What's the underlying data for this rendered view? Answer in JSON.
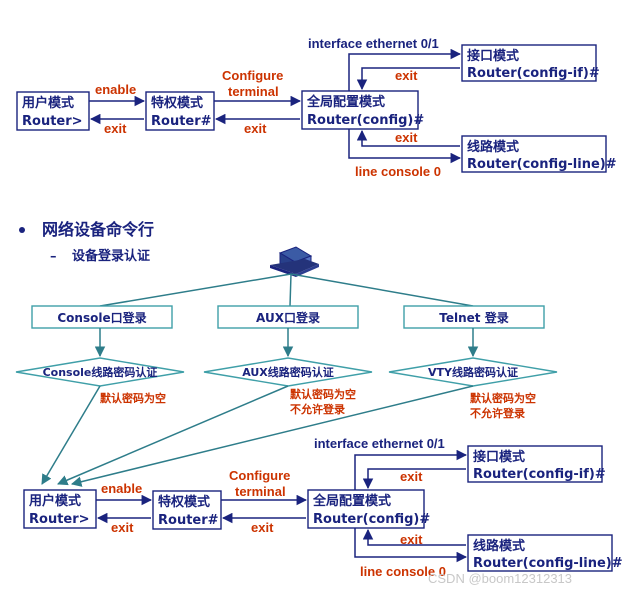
{
  "colors": {
    "box_border": "#1a237e",
    "mode_text": "#1a237e",
    "command_text": "#cc3300",
    "entry_border": "#3f9fa8",
    "watermark": "#c8c8c8"
  },
  "icons": {
    "computer": "computer-terminal-icon",
    "bullet": "bullet-dot-icon"
  },
  "mode_flow": {
    "user_mode": {
      "line1": "用户模式",
      "line2": "Router>"
    },
    "priv_mode": {
      "line1": "特权模式",
      "line2": "Router#"
    },
    "global_mode": {
      "line1": "全局配置模式",
      "line2": "Router(config)#"
    },
    "if_mode": {
      "line1": "接口模式",
      "line2": "Router(config-if)#"
    },
    "line_mode": {
      "line1": "线路模式",
      "line2": "Router(config-line)#"
    },
    "enable_cmd": "enable",
    "exit_cmd": "exit",
    "configure_cmd_line1": "Configure",
    "configure_cmd_line2": "terminal",
    "interface_cmd": "interface ethernet 0/1",
    "line_console_cmd": "line console 0"
  },
  "bullets": {
    "level1": "网络设备命令行",
    "level2": "设备登录认证",
    "level2_marker": "–"
  },
  "login": {
    "entries": [
      "Console口登录",
      "AUX口登录",
      "Telnet 登录"
    ],
    "auths": [
      "Console线路密码认证",
      "AUX线路密码认证",
      "VTY线路密码认证"
    ],
    "notes": {
      "console": "默认密码为空",
      "aux_line1": "默认密码为空",
      "aux_line2": "不允许登录",
      "vty_line1": "默认密码为空",
      "vty_line2": "不允许登录"
    }
  },
  "watermark": "CSDN @boom12312313"
}
